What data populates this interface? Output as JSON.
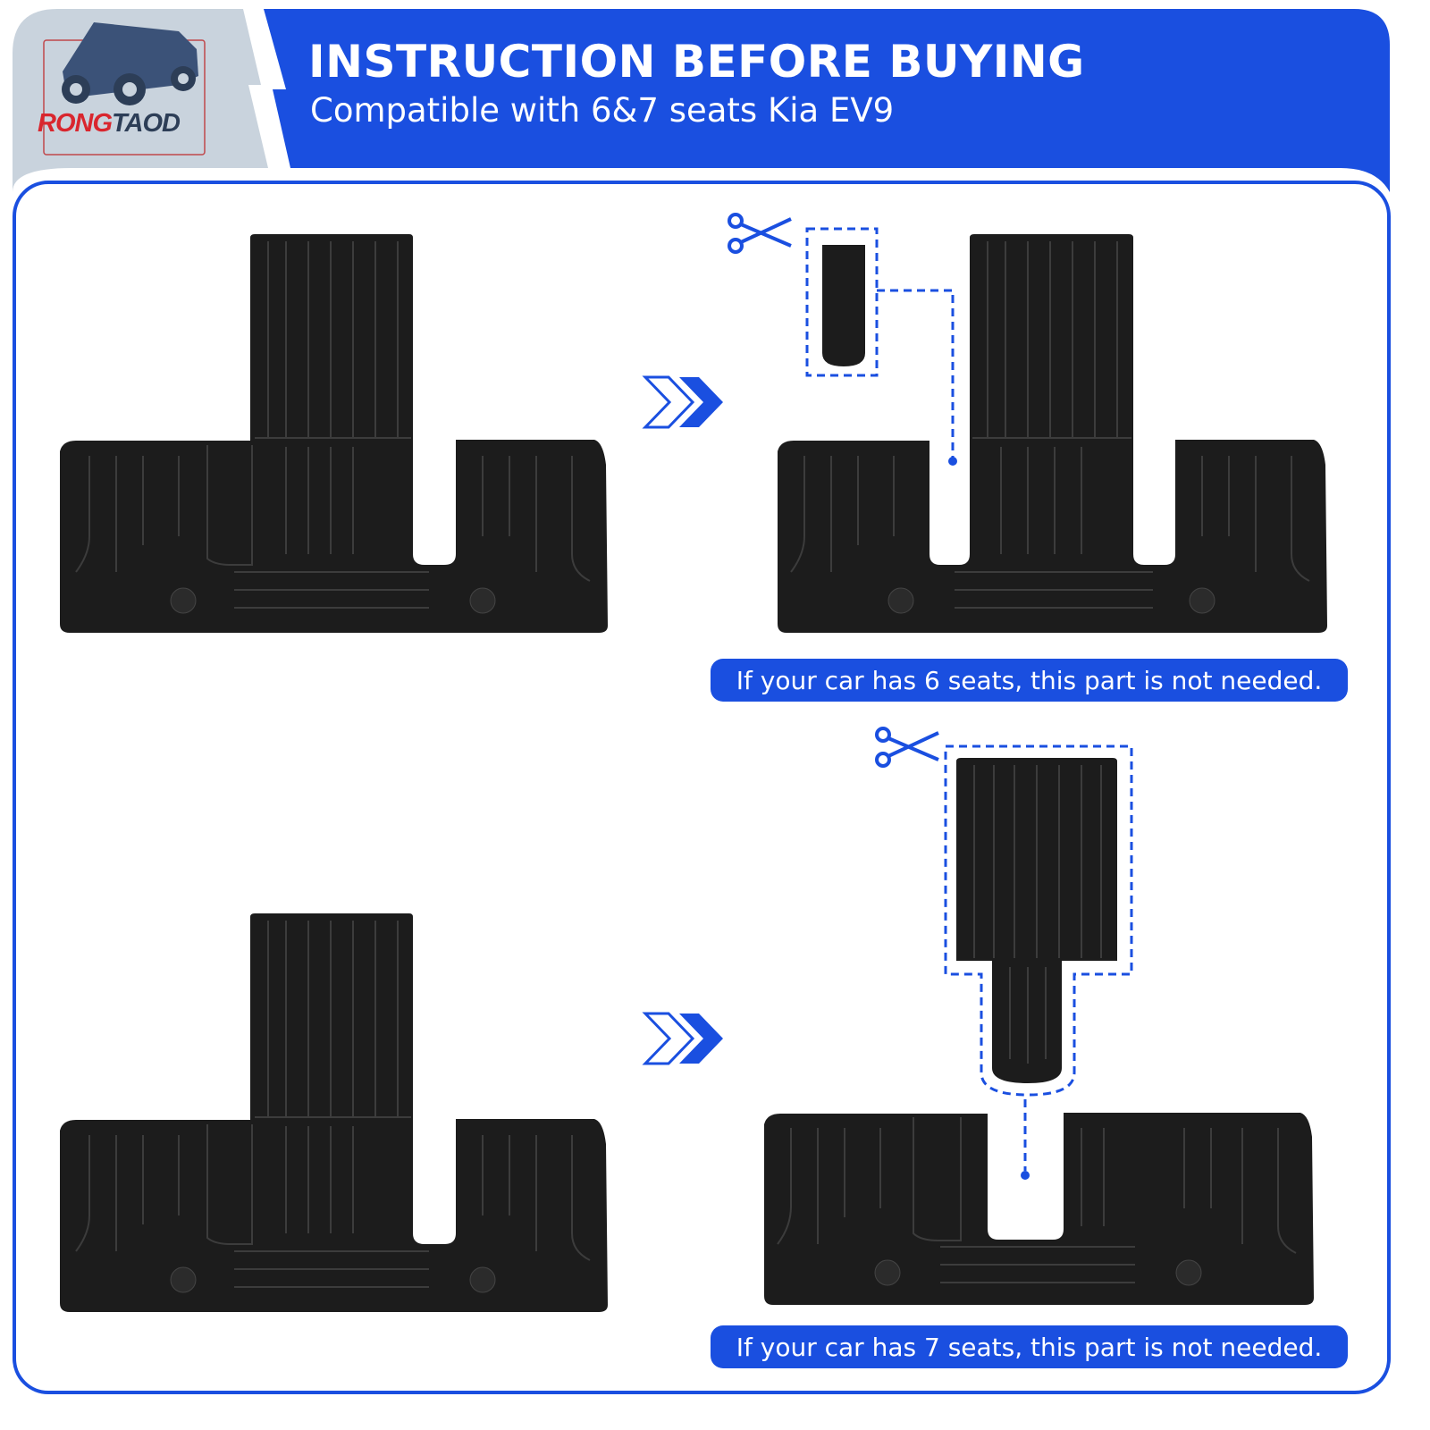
{
  "header": {
    "brand_part1": "RONG",
    "brand_part2": "TAOD",
    "title": "INSTRUCTION BEFORE BUYING",
    "subtitle": "Compatible with 6&7 seats Kia EV9"
  },
  "notes": [
    {
      "text": "If your car has 6 seats, this part is not needed."
    },
    {
      "text": "If your car has 7 seats, this part is not needed."
    }
  ],
  "colors": {
    "accent": "#1a4fe0",
    "brand_red": "#d9262e",
    "brand_navy": "#2d3e57",
    "tab_grey": "#c9d3dd",
    "mat": "#1c1c1c"
  }
}
